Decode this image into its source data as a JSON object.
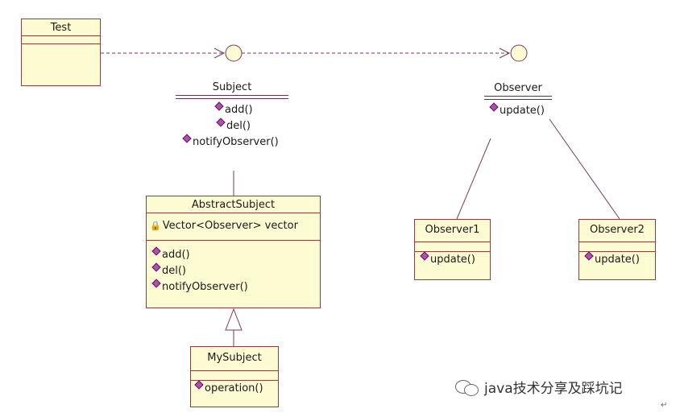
{
  "classes": {
    "test": {
      "name": "Test"
    },
    "abstract_subject": {
      "name": "AbstractSubject",
      "attribute": "Vector<Observer> vector",
      "ops": [
        "add()",
        "del()",
        "notifyObserver()"
      ]
    },
    "my_subject": {
      "name": "MySubject",
      "ops": [
        "operation()"
      ]
    },
    "observer1": {
      "name": "Observer1",
      "ops": [
        "update()"
      ]
    },
    "observer2": {
      "name": "Observer2",
      "ops": [
        "update()"
      ]
    }
  },
  "interfaces": {
    "subject": {
      "name": "Subject",
      "ops": [
        "add()",
        "del()",
        "notifyObserver()"
      ]
    },
    "observer": {
      "name": "Observer",
      "ops": [
        "update()"
      ]
    }
  },
  "watermark": "java技术分享及踩坑记",
  "colors": {
    "class_fill": "#fdfbd2",
    "class_border": "#8a4040",
    "line": "#7a3a5a",
    "op_icon": "#b34cb3"
  }
}
